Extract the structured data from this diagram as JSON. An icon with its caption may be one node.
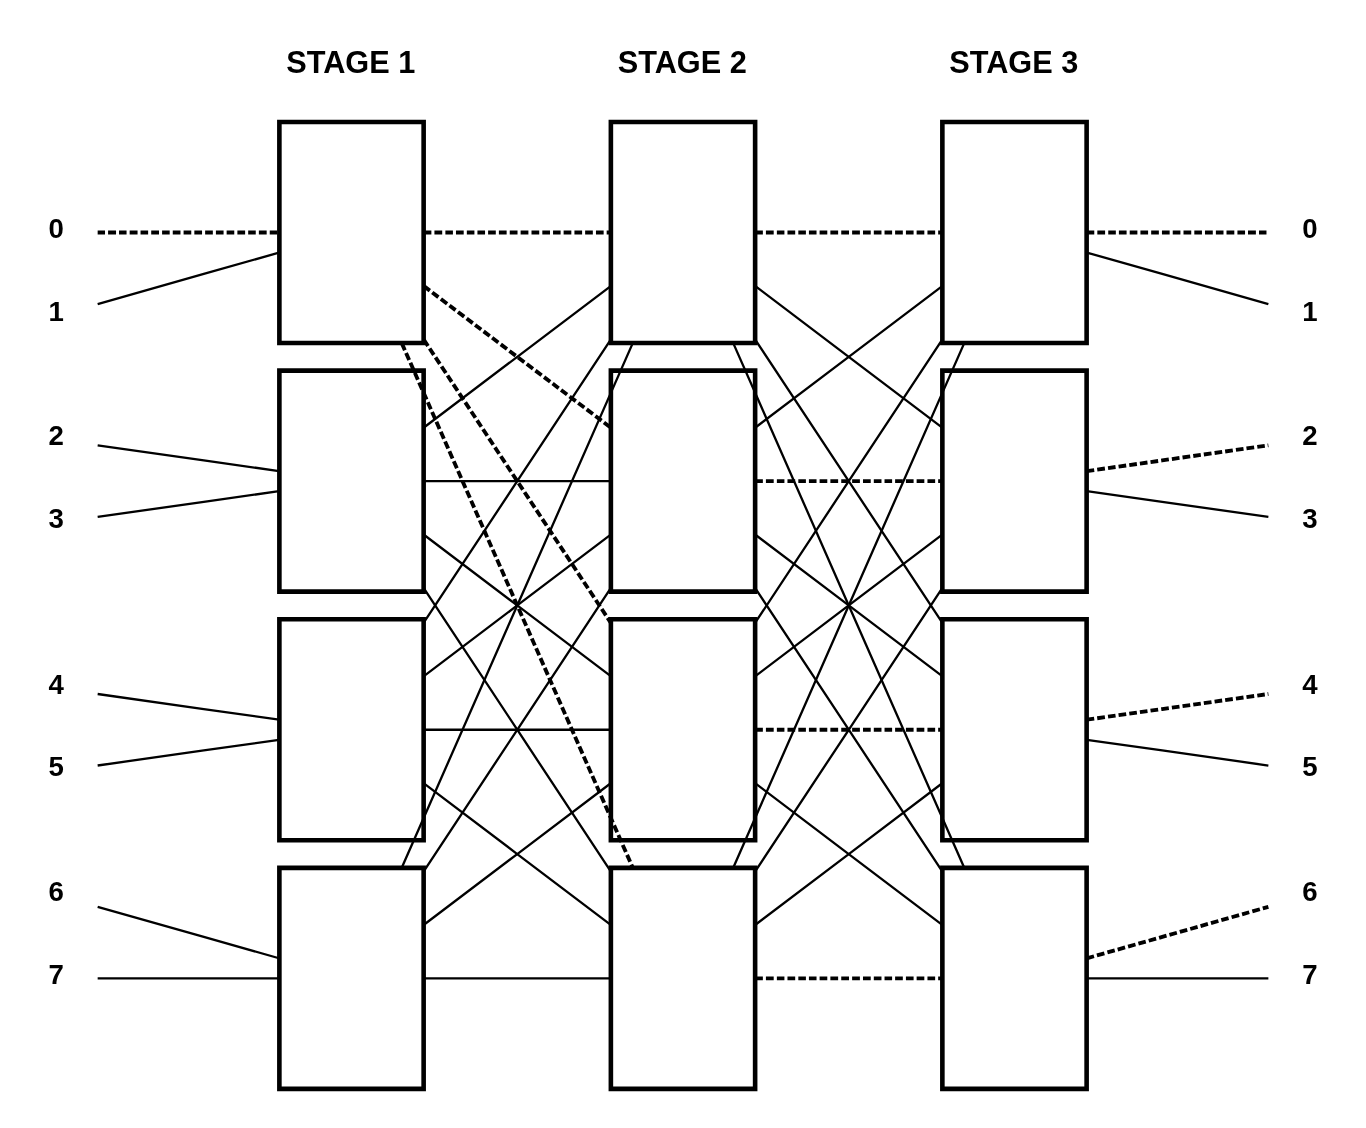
{
  "diagram": {
    "nodes": [
      {
        "text": [
          "0"
        ]
      },
      {
        "text": [
          "1"
        ]
      },
      {
        "text": [
          "2"
        ]
      },
      {
        "text": [
          "3"
        ]
      },
      {
        "text": [
          "4"
        ]
      },
      {
        "text": [
          "5"
        ]
      },
      {
        "text": [
          "6"
        ]
      },
      {
        "text": [
          "7"
        ]
      },
      {
        "text": [],
        "shape": "box"
      },
      {
        "text": [],
        "shape": "box"
      },
      {
        "text": [],
        "shape": "box"
      },
      {
        "text": [],
        "shape": "box"
      },
      {
        "text": [],
        "shape": "box"
      },
      {
        "text": [],
        "shape": "box"
      },
      {
        "text": [],
        "shape": "box"
      },
      {
        "text": [],
        "shape": "box"
      },
      {
        "text": [],
        "shape": "box"
      },
      {
        "text": [],
        "shape": "box"
      },
      {
        "text": [],
        "shape": "box"
      },
      {
        "text": [],
        "shape": "box"
      },
      {
        "text": [
          "0"
        ]
      },
      {
        "text": [
          "1"
        ]
      },
      {
        "text": [
          "2"
        ]
      },
      {
        "text": [
          "3"
        ]
      },
      {
        "text": [
          "4"
        ]
      },
      {
        "text": [
          "5"
        ]
      },
      {
        "text": [
          "6"
        ]
      },
      {
        "text": [
          "7"
        ]
      }
    ],
    "edges": [
      {
        "from": 0,
        "to": 8,
        "arrow": "none",
        "style": "dashed"
      },
      {
        "from": 1,
        "to": 8,
        "arrow": "none"
      },
      {
        "from": 2,
        "to": 9,
        "arrow": "none"
      },
      {
        "from": 3,
        "to": 9,
        "arrow": "none"
      },
      {
        "from": 4,
        "to": 10,
        "arrow": "none"
      },
      {
        "from": 5,
        "to": 10,
        "arrow": "none"
      },
      {
        "from": 6,
        "to": 11,
        "arrow": "none"
      },
      {
        "from": 7,
        "to": 11,
        "arrow": "none"
      },
      {
        "from": 8,
        "to": 12,
        "arrow": "none",
        "style": "dashed"
      },
      {
        "from": 8,
        "to": 13,
        "arrow": "none",
        "style": "dashed"
      },
      {
        "from": 8,
        "to": 14,
        "arrow": "none",
        "style": "dashed"
      },
      {
        "from": 8,
        "to": 15,
        "arrow": "none",
        "style": "dashed"
      },
      {
        "from": 9,
        "to": 12,
        "arrow": "none"
      },
      {
        "from": 9,
        "to": 13,
        "arrow": "none"
      },
      {
        "from": 9,
        "to": 14,
        "arrow": "none"
      },
      {
        "from": 9,
        "to": 15,
        "arrow": "none"
      },
      {
        "from": 10,
        "to": 12,
        "arrow": "none"
      },
      {
        "from": 10,
        "to": 13,
        "arrow": "none"
      },
      {
        "from": 10,
        "to": 14,
        "arrow": "none"
      },
      {
        "from": 10,
        "to": 15,
        "arrow": "none"
      },
      {
        "from": 11,
        "to": 12,
        "arrow": "none"
      },
      {
        "from": 11,
        "to": 13,
        "arrow": "none"
      },
      {
        "from": 11,
        "to": 14,
        "arrow": "none"
      },
      {
        "from": 11,
        "to": 15,
        "arrow": "none"
      },
      {
        "from": 12,
        "to": 16,
        "arrow": "none",
        "style": "dashed"
      },
      {
        "from": 12,
        "to": 17,
        "arrow": "none"
      },
      {
        "from": 12,
        "to": 18,
        "arrow": "none"
      },
      {
        "from": 12,
        "to": 19,
        "arrow": "none"
      },
      {
        "from": 13,
        "to": 16,
        "arrow": "none"
      },
      {
        "from": 13,
        "to": 17,
        "arrow": "none",
        "style": "dashed"
      },
      {
        "from": 13,
        "to": 18,
        "arrow": "none"
      },
      {
        "from": 13,
        "to": 19,
        "arrow": "none"
      },
      {
        "from": 14,
        "to": 16,
        "arrow": "none"
      },
      {
        "from": 14,
        "to": 17,
        "arrow": "none"
      },
      {
        "from": 14,
        "to": 18,
        "arrow": "none",
        "style": "dashed"
      },
      {
        "from": 14,
        "to": 19,
        "arrow": "none"
      },
      {
        "from": 15,
        "to": 16,
        "arrow": "none"
      },
      {
        "from": 15,
        "to": 17,
        "arrow": "none"
      },
      {
        "from": 15,
        "to": 18,
        "arrow": "none"
      },
      {
        "from": 15,
        "to": 19,
        "arrow": "none",
        "style": "dashed"
      },
      {
        "from": 16,
        "to": 20,
        "arrow": "none",
        "style": "dashed"
      },
      {
        "from": 16,
        "to": 21,
        "arrow": "none"
      },
      {
        "from": 17,
        "to": 22,
        "arrow": "none",
        "style": "dashed"
      },
      {
        "from": 17,
        "to": 23,
        "arrow": "none"
      },
      {
        "from": 18,
        "to": 24,
        "arrow": "none",
        "style": "dashed"
      },
      {
        "from": 18,
        "to": 25,
        "arrow": "none"
      },
      {
        "from": 19,
        "to": 26,
        "arrow": "none",
        "style": "dashed"
      },
      {
        "from": 19,
        "to": 27,
        "arrow": "none"
      }
    ],
    "labels": [
      "STAGE 1",
      "STAGE 2",
      "STAGE 3"
    ]
  }
}
